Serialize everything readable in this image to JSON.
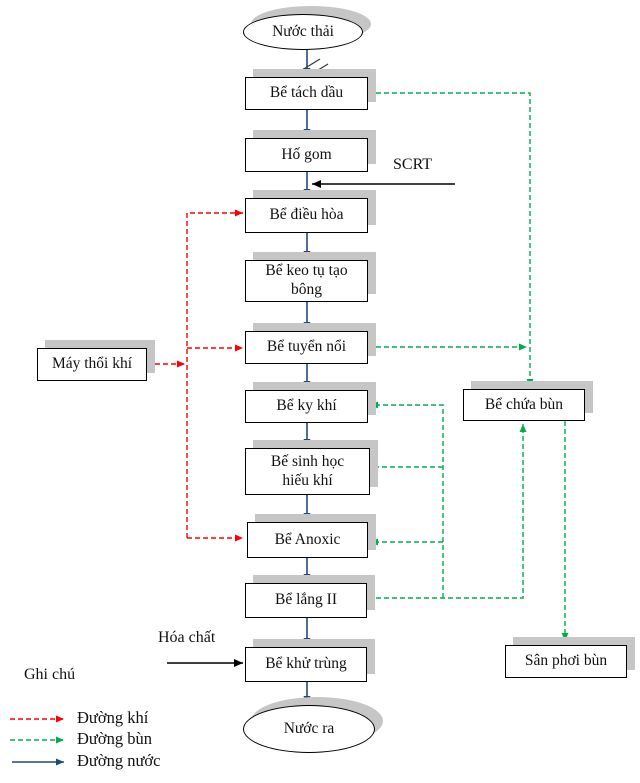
{
  "diagram": {
    "nodes": {
      "nuoc_thai": "Nước thải",
      "be_tach_dau": "Bể tách dầu",
      "ho_gom": "Hố gom",
      "be_dieu_hoa": "Bể điều hòa",
      "be_keo_tu_tao_bong": "Bể keo tụ tạo bông",
      "be_tuyen_noi": "Bể tuyển nổi",
      "be_ky_khi": "Bể ky khí",
      "be_sinh_hoc_hieu_khi": "Bế sinh học hiếu khí",
      "be_anoxic": "Bể Anoxic",
      "be_lang_ii": "Bể lắng II",
      "be_khu_trung": "Bể khử trùng",
      "nuoc_ra": "Nước ra",
      "may_thoi_khi": "Máy thổi khí",
      "be_chua_bun": "Bể chứa bùn",
      "san_phoi_bun": "Sân phơi bùn"
    },
    "annotations": {
      "scrt": "SCRT",
      "hoa_chat": "Hóa chất"
    },
    "legend": {
      "title": "Ghi chú",
      "items": [
        {
          "label": "Đường khí",
          "line_style": "dashed",
          "color": "#ff0000"
        },
        {
          "label": "Đường bùn",
          "line_style": "dashed",
          "color": "#00ae50"
        },
        {
          "label": "Đường nước",
          "line_style": "solid",
          "color": "#1f497d"
        }
      ]
    },
    "colors": {
      "air_line": "#ff0000",
      "sludge_line": "#00ae50",
      "water_line": "#1f497d",
      "shadow": "#c6c6c6"
    }
  }
}
